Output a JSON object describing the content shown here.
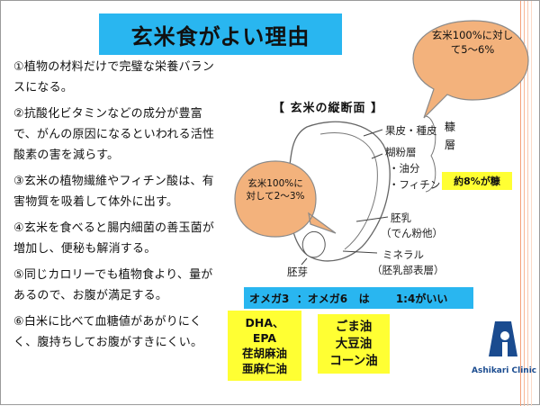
{
  "title": "玄米食がよい理由",
  "benefits": [
    "①植物の材料だけで完璧な栄養バランスになる。",
    "②抗酸化ビタミンなどの成分が豊富で、がんの原因になるといわれる活性酸素の害を減らす。",
    "③玄米の植物繊維やフィチン酸は、有害物質を吸着して体外に出す。",
    "④玄米を食べると腸内細菌の善玉菌が増加し、便秘も解消する。",
    "⑤同じカロリーでも植物食より、量があるので、お腹が満足する。",
    "⑥白米に比べて血糖値があがりにくく、腹持ちしてお腹がすきにくい。"
  ],
  "diagram": {
    "heading": "【 玄米の縦断面 】",
    "labels": {
      "pericarp": "果皮・種皮",
      "aleurone": "糊粉層",
      "oil": "・油分",
      "phytin": "・フィチン",
      "endosperm": "胚乳",
      "starch": "（でん粉他）",
      "mineral": "ミネラル",
      "endosperm_surface": "（胚乳部表層）",
      "germ": "胚芽"
    },
    "bran_layer_label": "糠層",
    "bran_share": "約8%が糠",
    "bubble_top": "玄米100%に対して5～6%",
    "bubble_left": "玄米100%に対して2～3%"
  },
  "ratio": "オメガ3  ：オメガ6   は       1:4がいい",
  "omega3_box": [
    "DHA、",
    "EPA",
    "荏胡麻油",
    "亜麻仁油"
  ],
  "omega6_box": [
    "ごま油",
    "大豆油",
    "コーン油"
  ],
  "logo": {
    "text": "Ashikari Clinic"
  },
  "colors": {
    "accent_blue": "#29b6f0",
    "highlight_yellow": "#ffff33",
    "bubble_fill": "#f3b27c",
    "logo_blue": "#1a4b8f"
  }
}
